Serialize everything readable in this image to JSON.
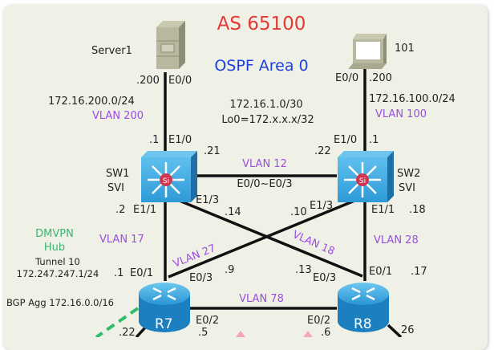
{
  "title": "AS 65100",
  "area": "OSPF Area 0",
  "colors": {
    "title": "#e53935",
    "area": "#1e40e0",
    "vlan": "#9b4de0",
    "dmvpn": "#3cb371",
    "link": "#111111",
    "device_blue": "#1a8fd0",
    "background": "#f0f1e6"
  },
  "devices": {
    "server1": {
      "label": "Server1",
      "icon": "server-icon"
    },
    "pc101": {
      "label": "101",
      "icon": "pc-icon"
    },
    "sw1": {
      "label1": "SW1",
      "label2": "SVI",
      "icon": "layer3-switch-icon"
    },
    "sw2": {
      "label1": "SW2",
      "label2": "SVI",
      "icon": "layer3-switch-icon"
    },
    "r7": {
      "label": "R7",
      "icon": "router-icon"
    },
    "r8": {
      "label": "R8",
      "icon": "router-icon"
    }
  },
  "networks": {
    "server_net": "172.16.200.0/24",
    "pc_net": "172.16.100.0/24",
    "core_net": "172.16.1.0/30",
    "loopback": "Lo0=172.x.x.x/32"
  },
  "vlans": {
    "v200": "VLAN 200",
    "v100": "VLAN 100",
    "v12": "VLAN 12",
    "v17": "VLAN 17",
    "v27": "VLAN 27",
    "v18": "VLAN 18",
    "v28": "VLAN 28",
    "v78": "VLAN 78"
  },
  "dmvpn": {
    "line1": "DMVPN",
    "line2": "Hub",
    "tunnel": "Tunnel 10",
    "tunnel_ip": "172.247.247.1/24"
  },
  "bgp": "BGP Agg 172.16.0.0/16",
  "interfaces": {
    "server_e00": "E0/0",
    "server_ip": ".200",
    "pc_e00": "E0/0",
    "pc_ip": ".200",
    "sw1_e10": "E1/0",
    "sw1_e10_ip": ".1",
    "sw1_sw2_ip": ".21",
    "sw2_sw1_ip": ".22",
    "sw2_e10": "E1/0",
    "sw2_e10_ip": ".1",
    "trunk": "E0/0~E0/3",
    "sw1_e11": "E1/1",
    "sw1_e11_ip": ".2",
    "sw1_e13": "E1/3",
    "sw1_e13_ip": ".14",
    "sw2_e13": "E1/3",
    "sw2_e13_ip": ".10",
    "sw2_e11": "E1/1",
    "sw2_e11_ip": ".18",
    "r7_e01": "E0/1",
    "r7_e01_ip": ".1",
    "r7_e03": "E0/3",
    "r7_e03_ip": ".9",
    "r8_e03": "E0/3",
    "r8_e03_ip": ".13",
    "r8_e01": "E0/1",
    "r8_e01_ip": ".17",
    "r7_e02": "E0/2",
    "r7_e02_ip": ".5",
    "r8_e02": "E0/2",
    "r8_e02_ip": ".6",
    "r7_lower_ip": ".22",
    "r8_lower_ip": "26"
  }
}
